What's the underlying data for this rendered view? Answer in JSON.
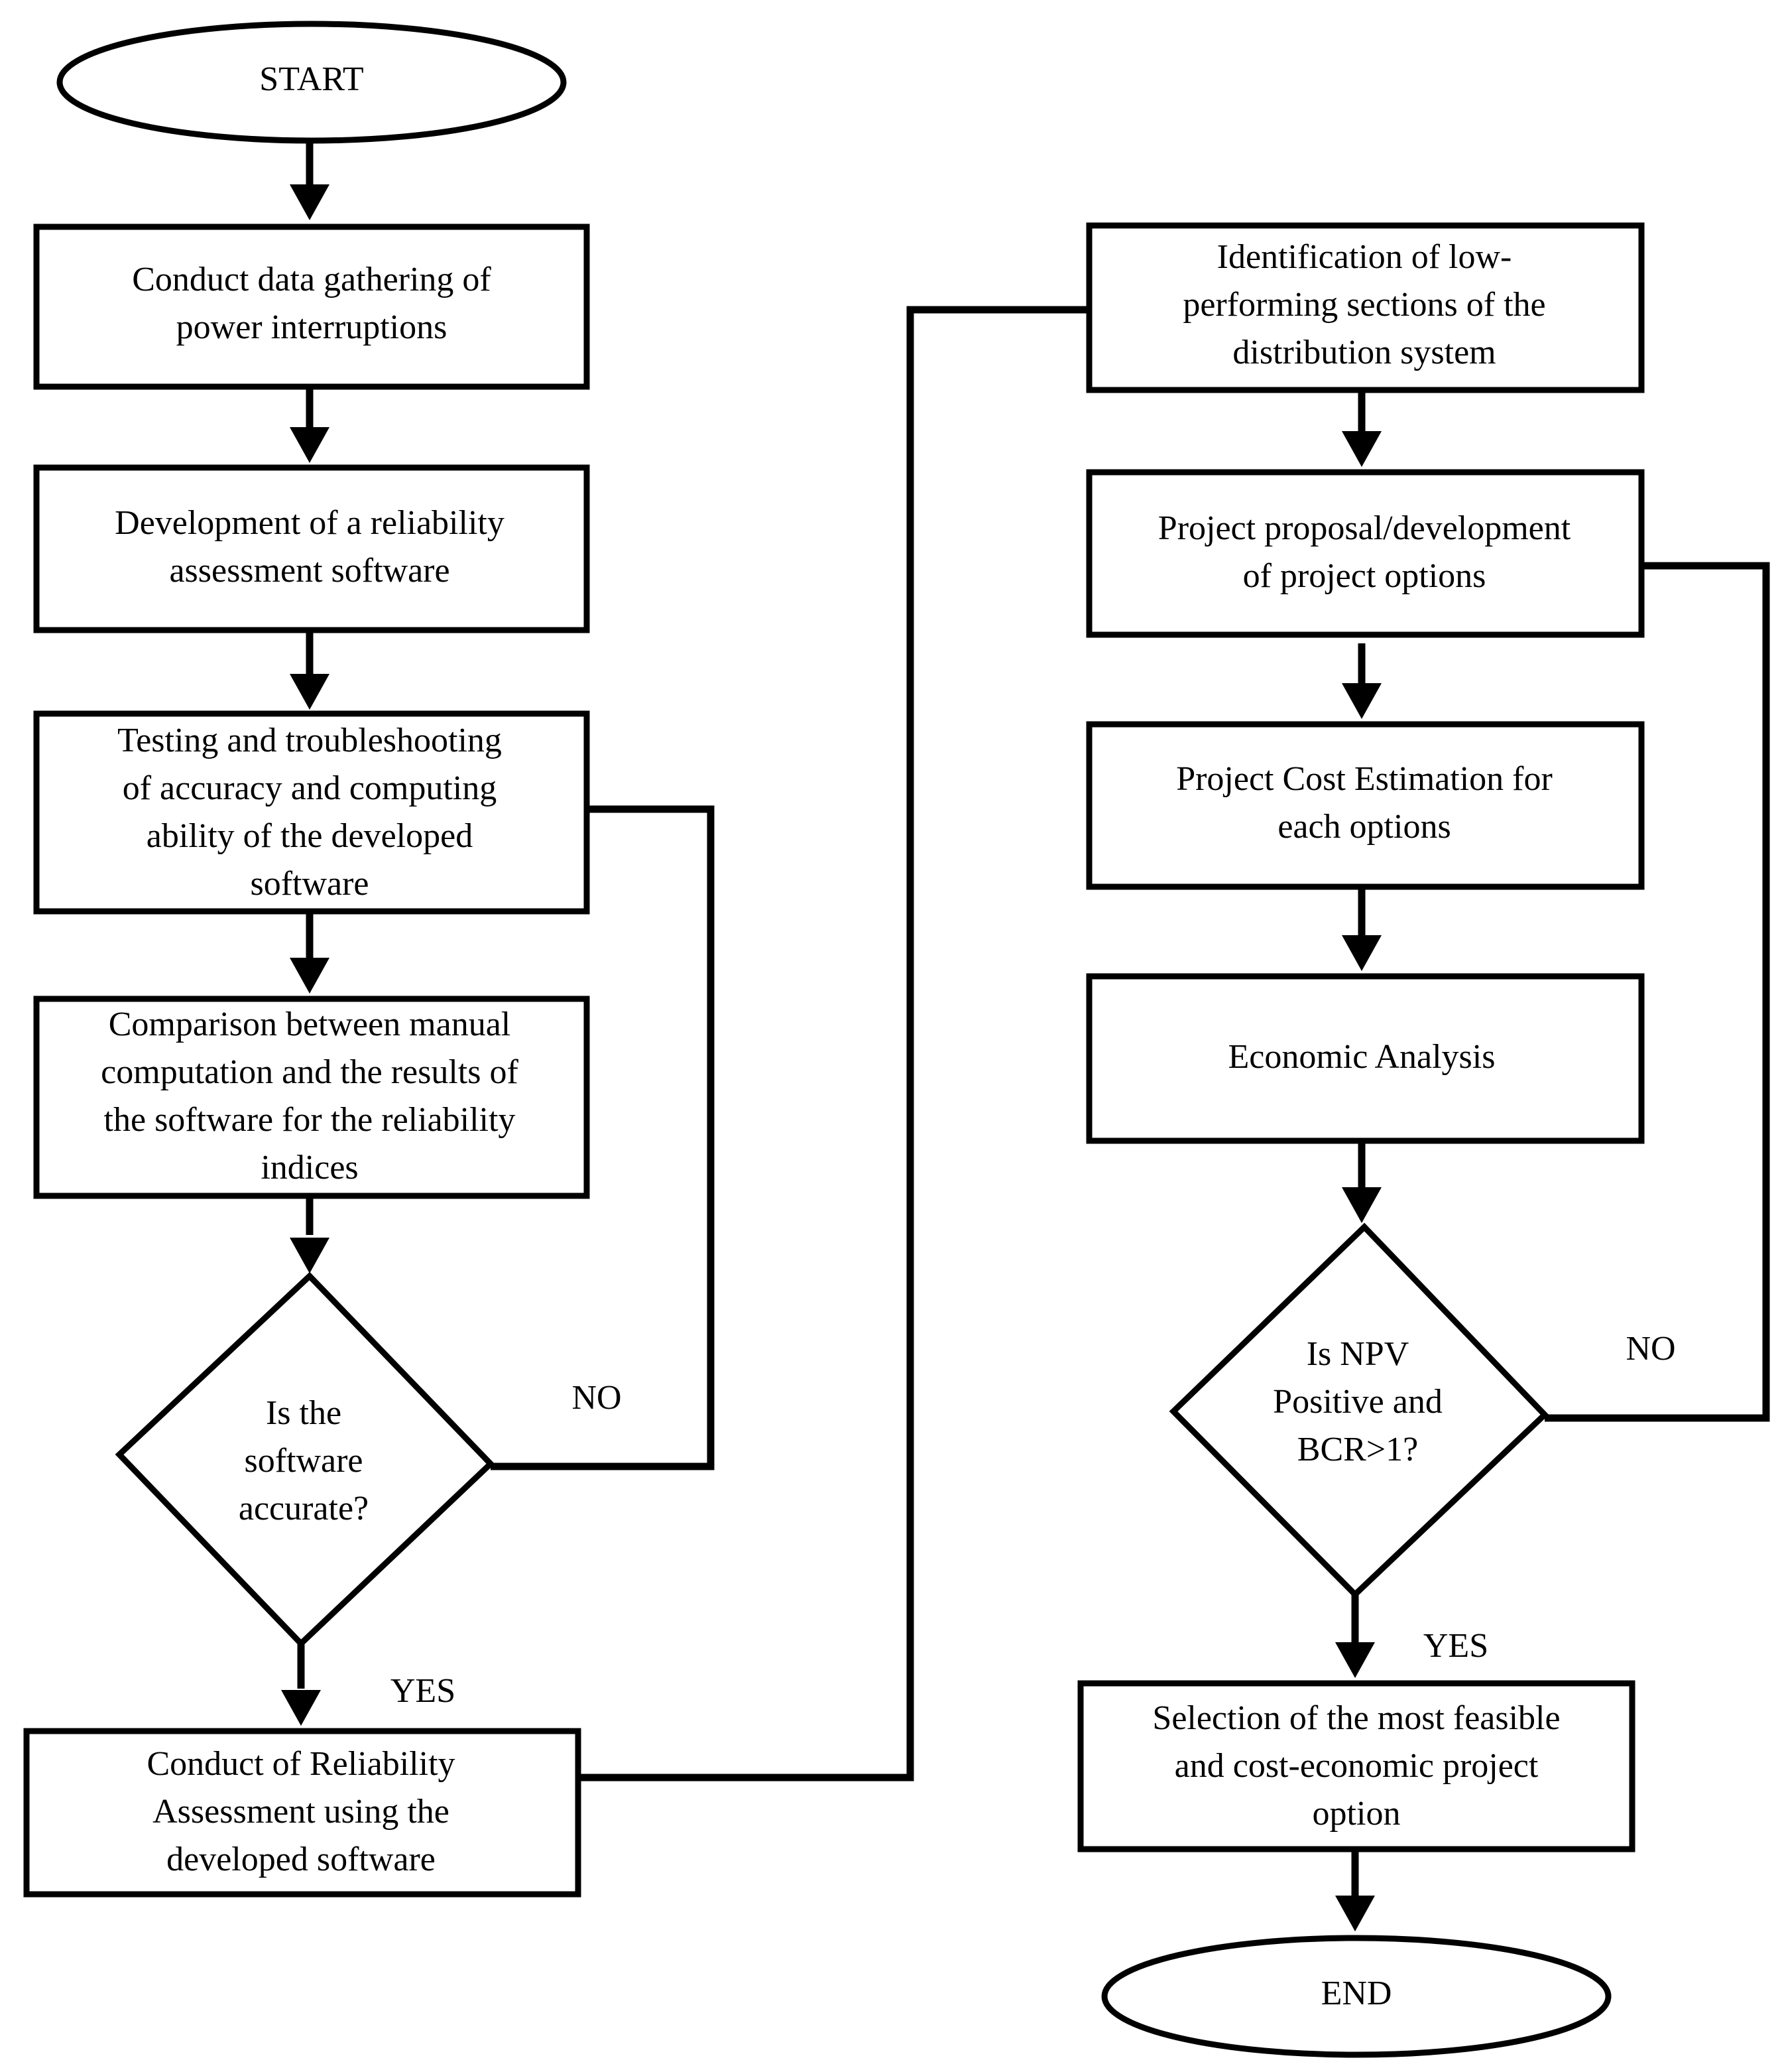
{
  "nodes": {
    "start": {
      "shape": "terminal",
      "lines": [
        "START"
      ]
    },
    "data_gathering": {
      "shape": "process",
      "lines": [
        "Conduct data gathering  of",
        "power interruptions"
      ]
    },
    "development": {
      "shape": "process",
      "lines": [
        "Development  of a  reliability",
        "assessment software"
      ]
    },
    "testing": {
      "shape": "process",
      "lines": [
        "Testing and troubleshooting",
        "of accuracy and computing",
        "ability  of the developed",
        "software"
      ]
    },
    "comparison": {
      "shape": "process",
      "lines": [
        "Comparison between  manual",
        "computation and the results of",
        "the software for the reliability",
        "indices"
      ]
    },
    "decision_accurate": {
      "shape": "decision",
      "lines": [
        "Is the",
        "software",
        "accurate?"
      ]
    },
    "conduct_assessment": {
      "shape": "process",
      "lines": [
        "Conduct of Reliability",
        "Assessment using  the",
        "developed software"
      ]
    },
    "identification": {
      "shape": "process",
      "lines": [
        "Identification  of low-",
        "performing  sections of the",
        "distribution  system"
      ]
    },
    "proposal": {
      "shape": "process",
      "lines": [
        "Project proposal/development",
        "of project options"
      ]
    },
    "cost_estimation": {
      "shape": "process",
      "lines": [
        "Project Cost Estimation  for",
        "each options"
      ]
    },
    "economic": {
      "shape": "process",
      "lines": [
        "Economic Analysis"
      ]
    },
    "decision_npv": {
      "shape": "decision",
      "lines": [
        "Is NPV",
        "Positive and",
        "BCR>1?"
      ]
    },
    "selection": {
      "shape": "process",
      "lines": [
        "Selection  of the most feasible",
        "and cost-economic project",
        "option"
      ]
    },
    "end": {
      "shape": "terminal",
      "lines": [
        "END"
      ]
    }
  },
  "edge_labels": {
    "no_left": "NO",
    "yes_left": "YES",
    "no_right": "NO",
    "yes_right": "YES"
  },
  "colors": {
    "stroke": "#000000",
    "fill": "#ffffff",
    "text": "#000000"
  }
}
